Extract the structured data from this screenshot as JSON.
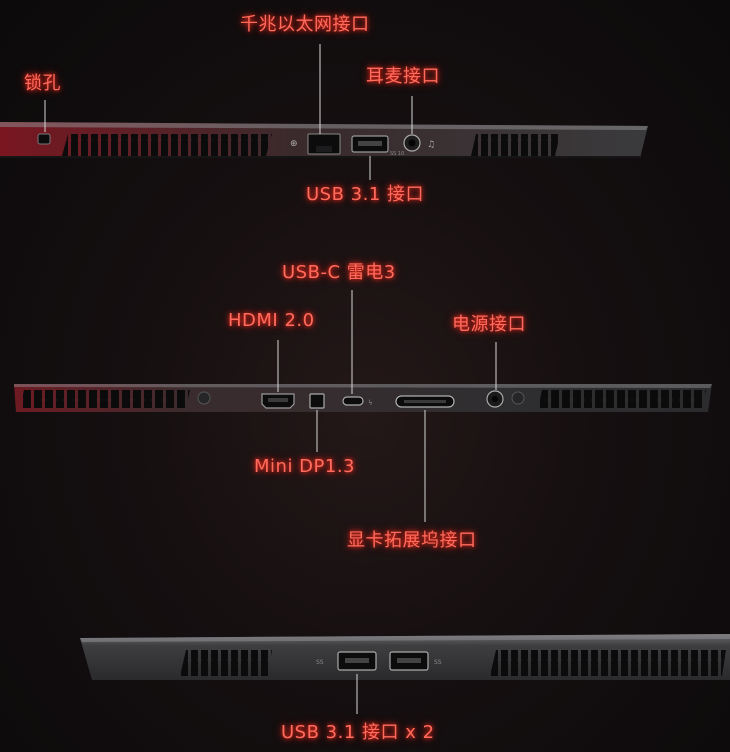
{
  "labels": {
    "gigabit_ethernet": "千兆以太网接口",
    "lock": "锁孔",
    "headset": "耳麦接口",
    "usb31_left": "USB 3.1 接口",
    "usbc_thunderbolt": "USB-C 雷电3",
    "hdmi": "HDMI 2.0",
    "power": "电源接口",
    "mini_dp": "Mini DP1.3",
    "graphics_dock": "显卡拓展坞接口",
    "usb31_rear": "USB 3.1 接口 x 2"
  },
  "colors": {
    "label": "#ff6b5c",
    "glow": "#ff2a1c",
    "chassis": "#3a3a3c",
    "accent_red": "#8a1a22"
  }
}
